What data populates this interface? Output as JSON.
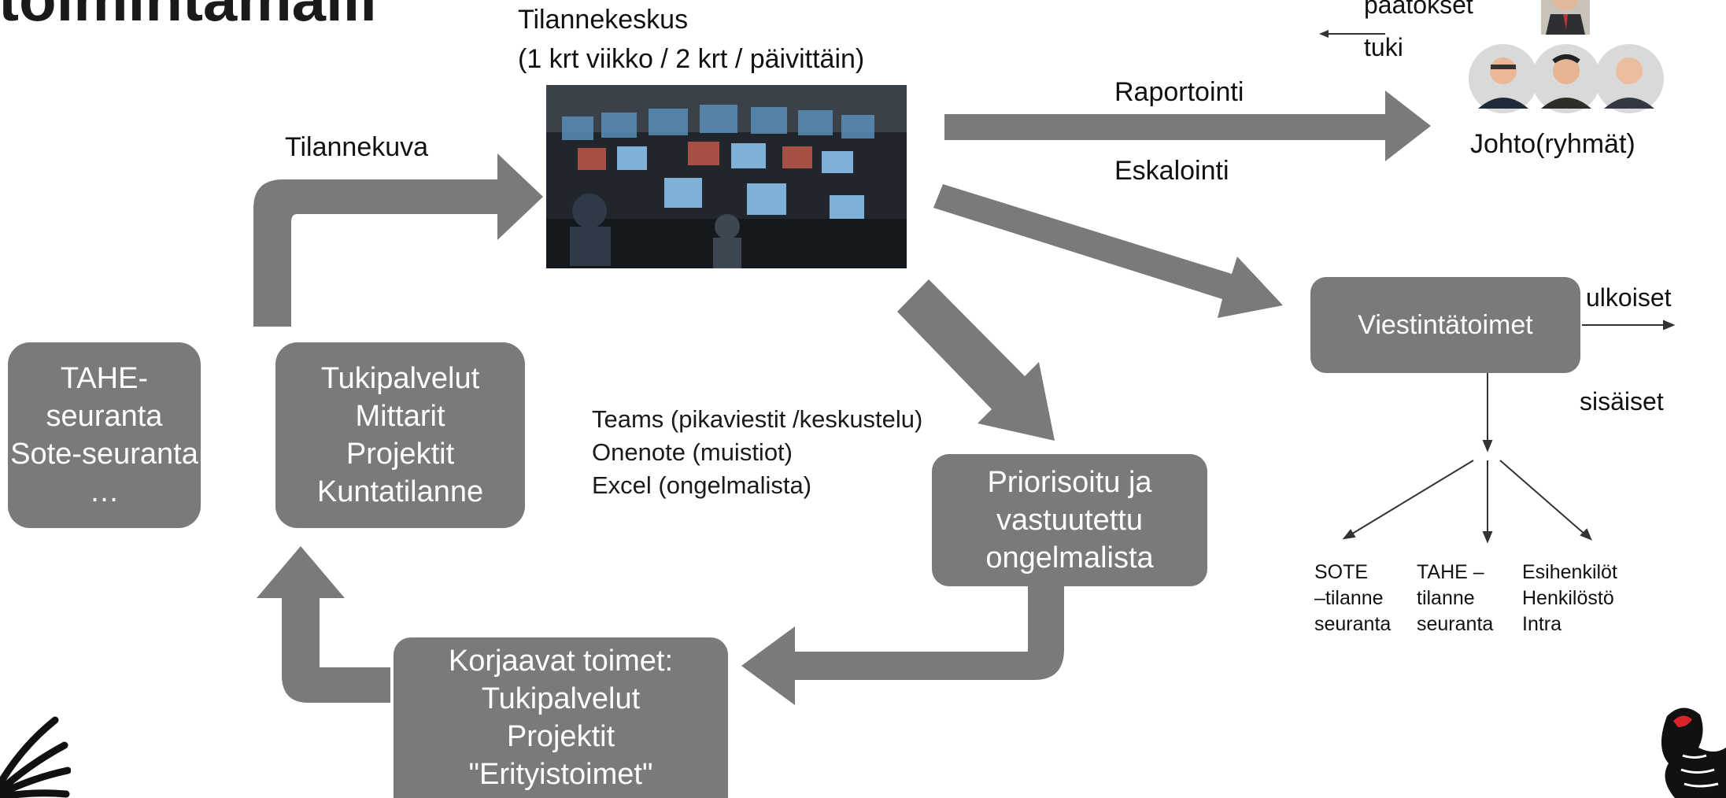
{
  "title_partial": "toimintamalli",
  "situation_center": {
    "title": "Tilannekeskus",
    "frequency": "(1 krt viikko / 2 krt / päivittäin)"
  },
  "flows": {
    "situation_picture": "Tilannekuva",
    "reporting": "Raportointi",
    "escalation": "Eskalointi",
    "decisions": "päätökset",
    "support": "tuki",
    "external": "ulkoiset",
    "internal": "sisäiset"
  },
  "management_label": "Johto(ryhmät)",
  "boxes": {
    "tahe": [
      "TAHE-",
      "seuranta",
      "Sote-seuranta",
      "…"
    ],
    "support_services": [
      "Tukipalvelut",
      "Mittarit",
      "Projektit",
      "Kuntatilanne"
    ],
    "prioritized": [
      "Priorisoitu ja",
      "vastuutettu",
      "ongelmalista"
    ],
    "corrective": [
      "Korjaavat toimet:",
      "Tukipalvelut",
      "Projektit",
      "\"Erityistoimet\""
    ],
    "communication": "Viestintätoimet"
  },
  "tools": [
    "Teams (pikaviestit /keskustelu)",
    "Onenote (muistiot)",
    "Excel (ongelmalista)"
  ],
  "channels": [
    {
      "lines": [
        "SOTE",
        "–tilanne",
        "seuranta"
      ]
    },
    {
      "lines": [
        "TAHE –",
        "tilanne",
        "seuranta"
      ]
    },
    {
      "lines": [
        "Esihenkilöt",
        "Henkilöstö",
        "Intra"
      ]
    }
  ],
  "colors": {
    "box_fill": "#7a7a7a",
    "arrow_fill": "#7a7a7a",
    "box_text": "#ffffff",
    "accent_red": "#d8232a"
  }
}
